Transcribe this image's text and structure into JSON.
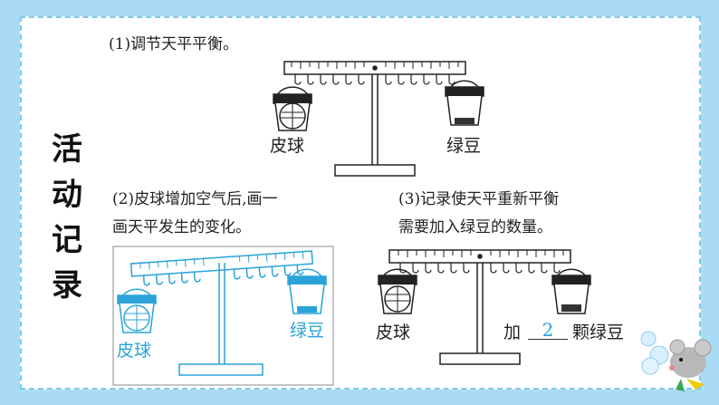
{
  "side_title": [
    "活",
    "动",
    "记",
    "录"
  ],
  "step1": {
    "text": "(1)调节天平平衡。",
    "left_label": "皮球",
    "right_label": "绿豆"
  },
  "step2": {
    "line1": "(2)皮球增加空气后,画一",
    "line2": "画天平发生的变化。",
    "left_label": "皮球",
    "right_label": "绿豆"
  },
  "step3": {
    "line1": "(3)记录使天平重新平衡",
    "line2": "需要加入绿豆的数量。",
    "left_label": "皮球",
    "add_prefix": "加",
    "answer": "2",
    "add_suffix": "颗绿豆"
  },
  "colors": {
    "background": "#a9dcf4",
    "frame_border": "#7fc8ec",
    "drawing_blue": "#2aa4d8",
    "ink": "#222222"
  }
}
